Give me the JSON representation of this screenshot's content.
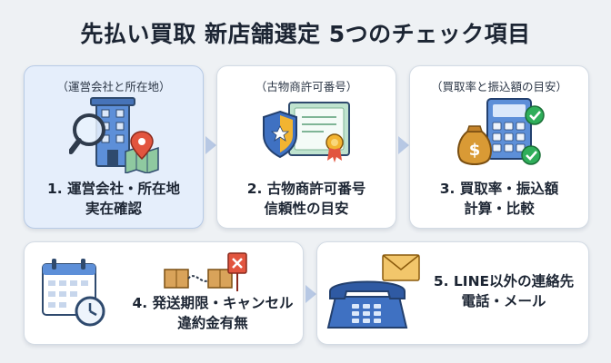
{
  "title": "先払い買取 新店舗選定 5つのチェック項目",
  "steps": [
    {
      "caption": "（運営会社と所在地）",
      "line1": "1. 運営会社・所在地",
      "line2": "実在確認"
    },
    {
      "caption": "（古物商許可番号）",
      "line1": "2. 古物商許可番号",
      "line2": "信頼性の目安"
    },
    {
      "caption": "（買取率と振込額の目安）",
      "line1": "3. 買取率・振込額",
      "line2": "計算・比較"
    },
    {
      "caption": "",
      "line1": "4. 発送期限・キャンセル",
      "line2": "違約金有無"
    },
    {
      "caption": "",
      "line1": "5. LINE以外の連絡先",
      "line2": "電話・メール"
    }
  ],
  "icons": [
    "building-magnifier-map-icon",
    "license-certificate-shield-icon",
    "calculator-moneybag-check-icon",
    "calendar-clock-box-cancel-icon",
    "phone-envelope-icon"
  ],
  "colors": {
    "accent_blue": "#2f6fd6",
    "highlight_card": "#e5eefb",
    "check_green": "#2fae5a",
    "cancel_red": "#e2553f"
  }
}
